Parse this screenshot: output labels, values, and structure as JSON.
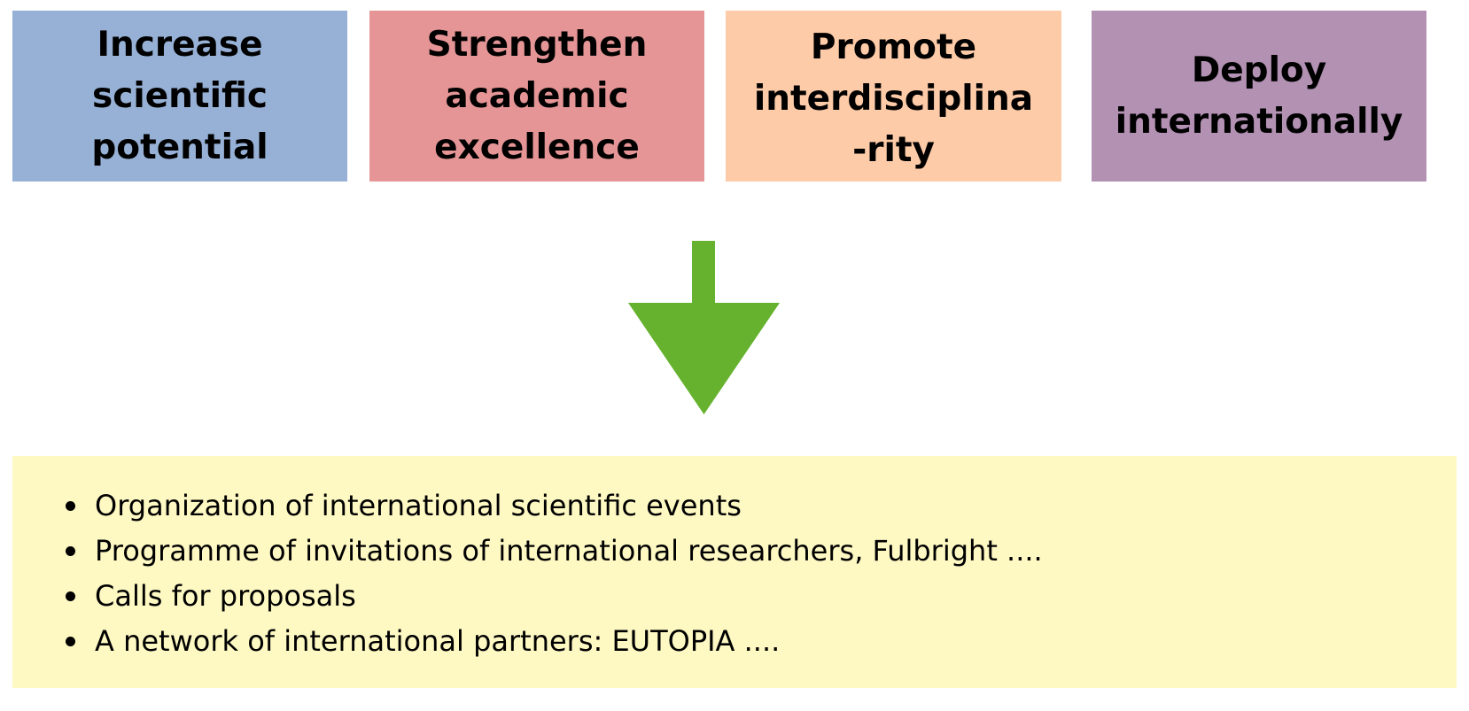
{
  "goals": [
    {
      "label": "Increase scientific potential",
      "color": "#97B1D6"
    },
    {
      "label": "Strengthen academic excellence",
      "color": "#E69596"
    },
    {
      "label": "Promote interdisciplina-rity",
      "color": "#FECBA8"
    },
    {
      "label": "Deploy internationally",
      "color": "#B291B3"
    }
  ],
  "arrow": {
    "color": "#66B22F"
  },
  "actions": {
    "background": "#FEF8C3",
    "items": [
      "Organization of international scientific events",
      "Programme of invitations of international researchers, Fulbright ....",
      "Calls for proposals",
      "A network of international partners: EUTOPIA ...."
    ]
  }
}
